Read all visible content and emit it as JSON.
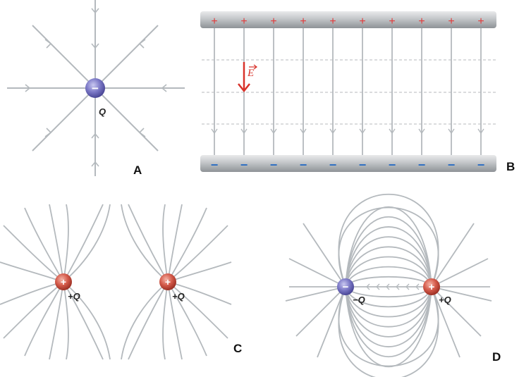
{
  "panels": {
    "a": {
      "tag": "A",
      "charge_label": "Q",
      "charge_sign": "−"
    },
    "b": {
      "tag": "B",
      "field_label": "E",
      "plate_top_sign": "+",
      "plate_bottom_sign": "−"
    },
    "c": {
      "tag": "C",
      "charge1_label": "+Q",
      "charge2_label": "+Q",
      "charge_sign": "+"
    },
    "d": {
      "tag": "D",
      "neg_label": "−Q",
      "pos_label": "+Q",
      "neg_sign": "−",
      "pos_sign": "+"
    }
  },
  "colors": {
    "field_line": "#b4b9bd",
    "negative_charge": "#7b78c6",
    "positive_charge": "#d45a4a",
    "plus_sign": "#e03a3a",
    "minus_sign": "#2f6fc2",
    "field_arrow": "#d8322a"
  }
}
